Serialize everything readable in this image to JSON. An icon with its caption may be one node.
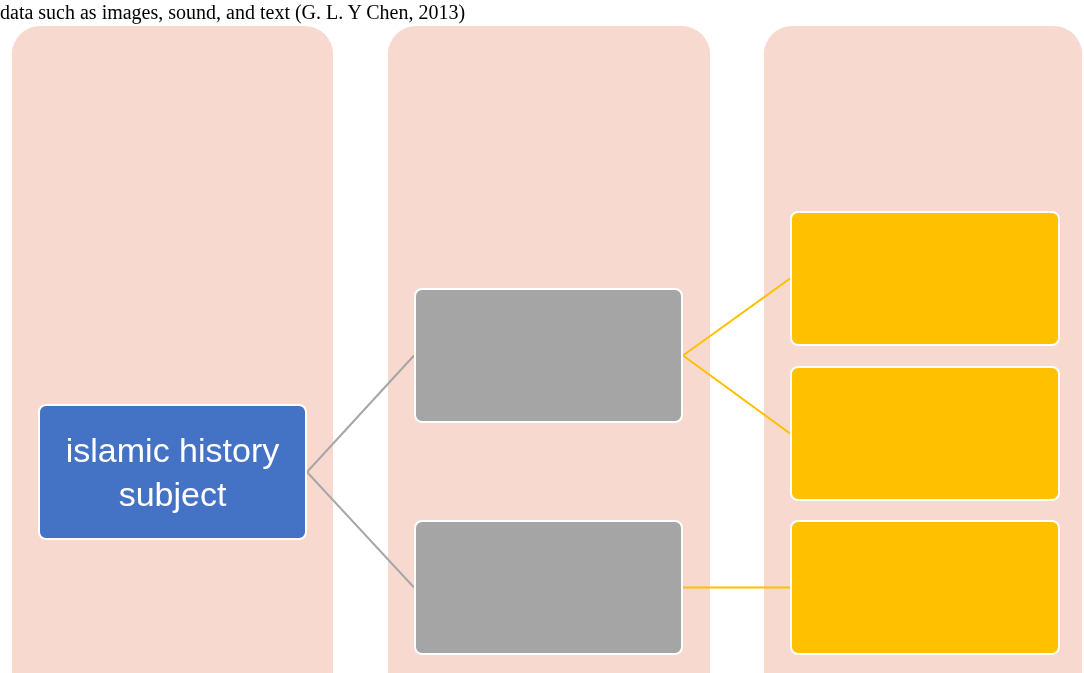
{
  "diagram": {
    "nodes": [
      {
        "text": [],
        "shape": "box"
      },
      {
        "text": [],
        "shape": "box"
      },
      {
        "text": [],
        "shape": "box"
      },
      {
        "text": [
          "islamic history subject"
        ],
        "in": 0
      },
      {
        "text": [],
        "shape": "box",
        "in": 1
      },
      {
        "text": [],
        "shape": "box",
        "in": 1
      },
      {
        "text": [],
        "shape": "box",
        "in": 2
      },
      {
        "text": [],
        "shape": "box",
        "in": 2
      },
      {
        "text": [],
        "shape": "box",
        "in": 2
      }
    ],
    "edges": [
      {
        "from": 3,
        "to": 4,
        "arrow": "none",
        "color": "#a6a6a6"
      },
      {
        "from": 3,
        "to": 5,
        "arrow": "none",
        "color": "#a6a6a6"
      },
      {
        "from": 4,
        "to": 6,
        "arrow": "none"
      },
      {
        "from": 4,
        "to": 7,
        "arrow": "none"
      },
      {
        "from": 5,
        "to": 8,
        "arrow": "none"
      }
    ],
    "labels": [
      "data such as images, sound, and text (G. L. Y Chen, 2013)"
    ]
  }
}
